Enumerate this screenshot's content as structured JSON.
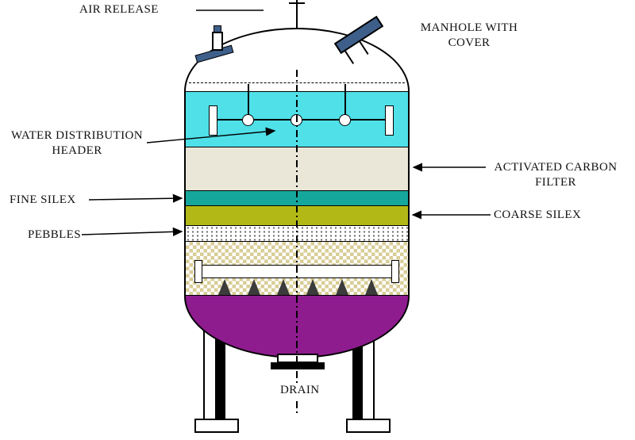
{
  "labels": {
    "air_release": "AIR RELEASE",
    "manhole_with_cover": "MANHOLE WITH COVER",
    "water_distribution_header": "WATER DISTRIBUTION HEADER",
    "activated_carbon_filter": "ACTIVATED CARBON FILTER",
    "fine_silex": "FINE SILEX",
    "coarse_silex": "COARSE SILEX",
    "pebbles": "PEBBLES",
    "drain": "DRAIN"
  },
  "colors": {
    "water_zone": "#4FE0E8",
    "activated_carbon": "#EAE7D9",
    "fine_silex": "#16A79C",
    "coarse_silex": "#B2B917",
    "pebbles_base": "#FFFFFF",
    "gravel_checker": "#D9CC96",
    "bottom_dome": "#8E1C8E",
    "fittings_steel": "#3E5F8A",
    "outline": "#000000"
  }
}
